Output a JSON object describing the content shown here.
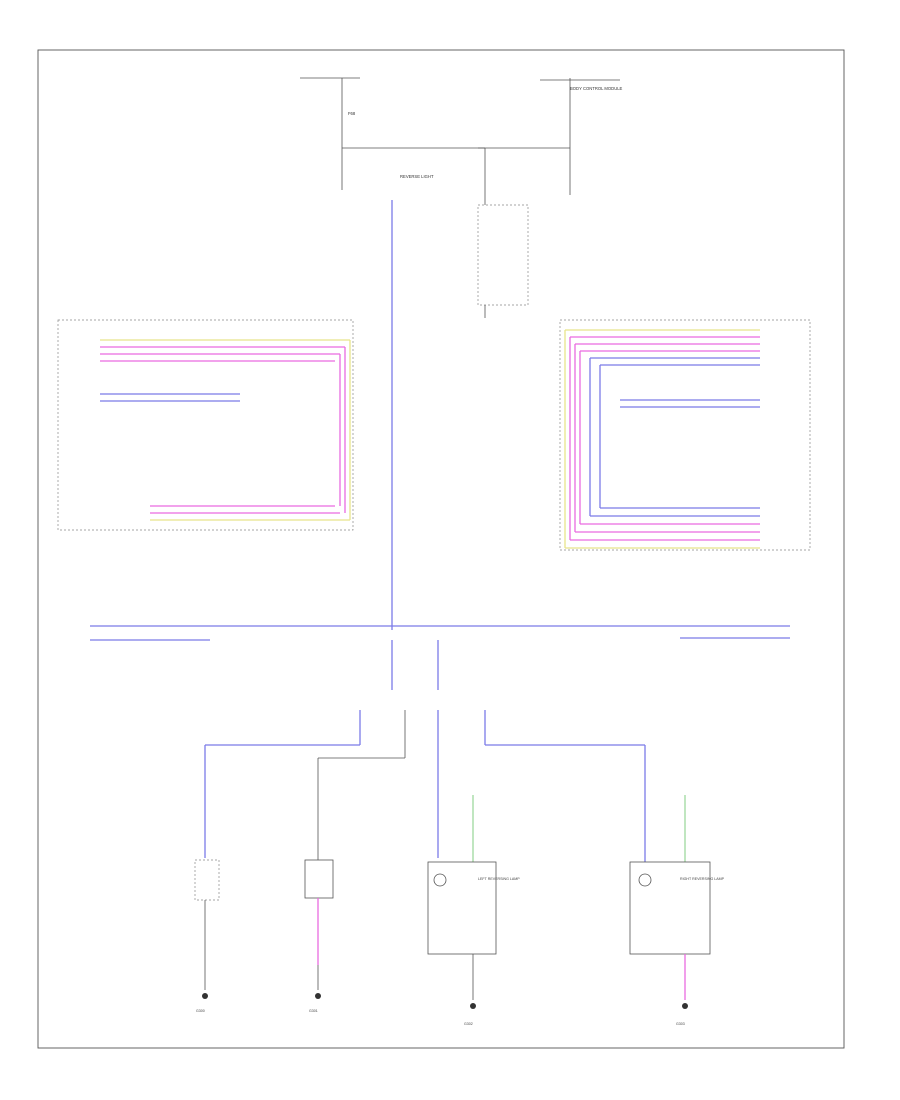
{
  "components": {
    "fuse": "F68",
    "body_control_module": "BODY CONTROL MODULE",
    "reverse_light": "REVERSE LIGHT",
    "left_reversing_lamp": "LEFT REVERSING LAMP",
    "right_reversing_lamp": "RIGHT REVERSING LAMP",
    "ground_c": "G300",
    "ground_d": "G301",
    "ground_e": "G302",
    "ground_f": "G303"
  },
  "colors": {
    "blue_wire": "#7b7be8",
    "yellow_wire": "#e8e48a",
    "pink_wire": "#e96be0",
    "green_wire": "#9fd99f"
  }
}
